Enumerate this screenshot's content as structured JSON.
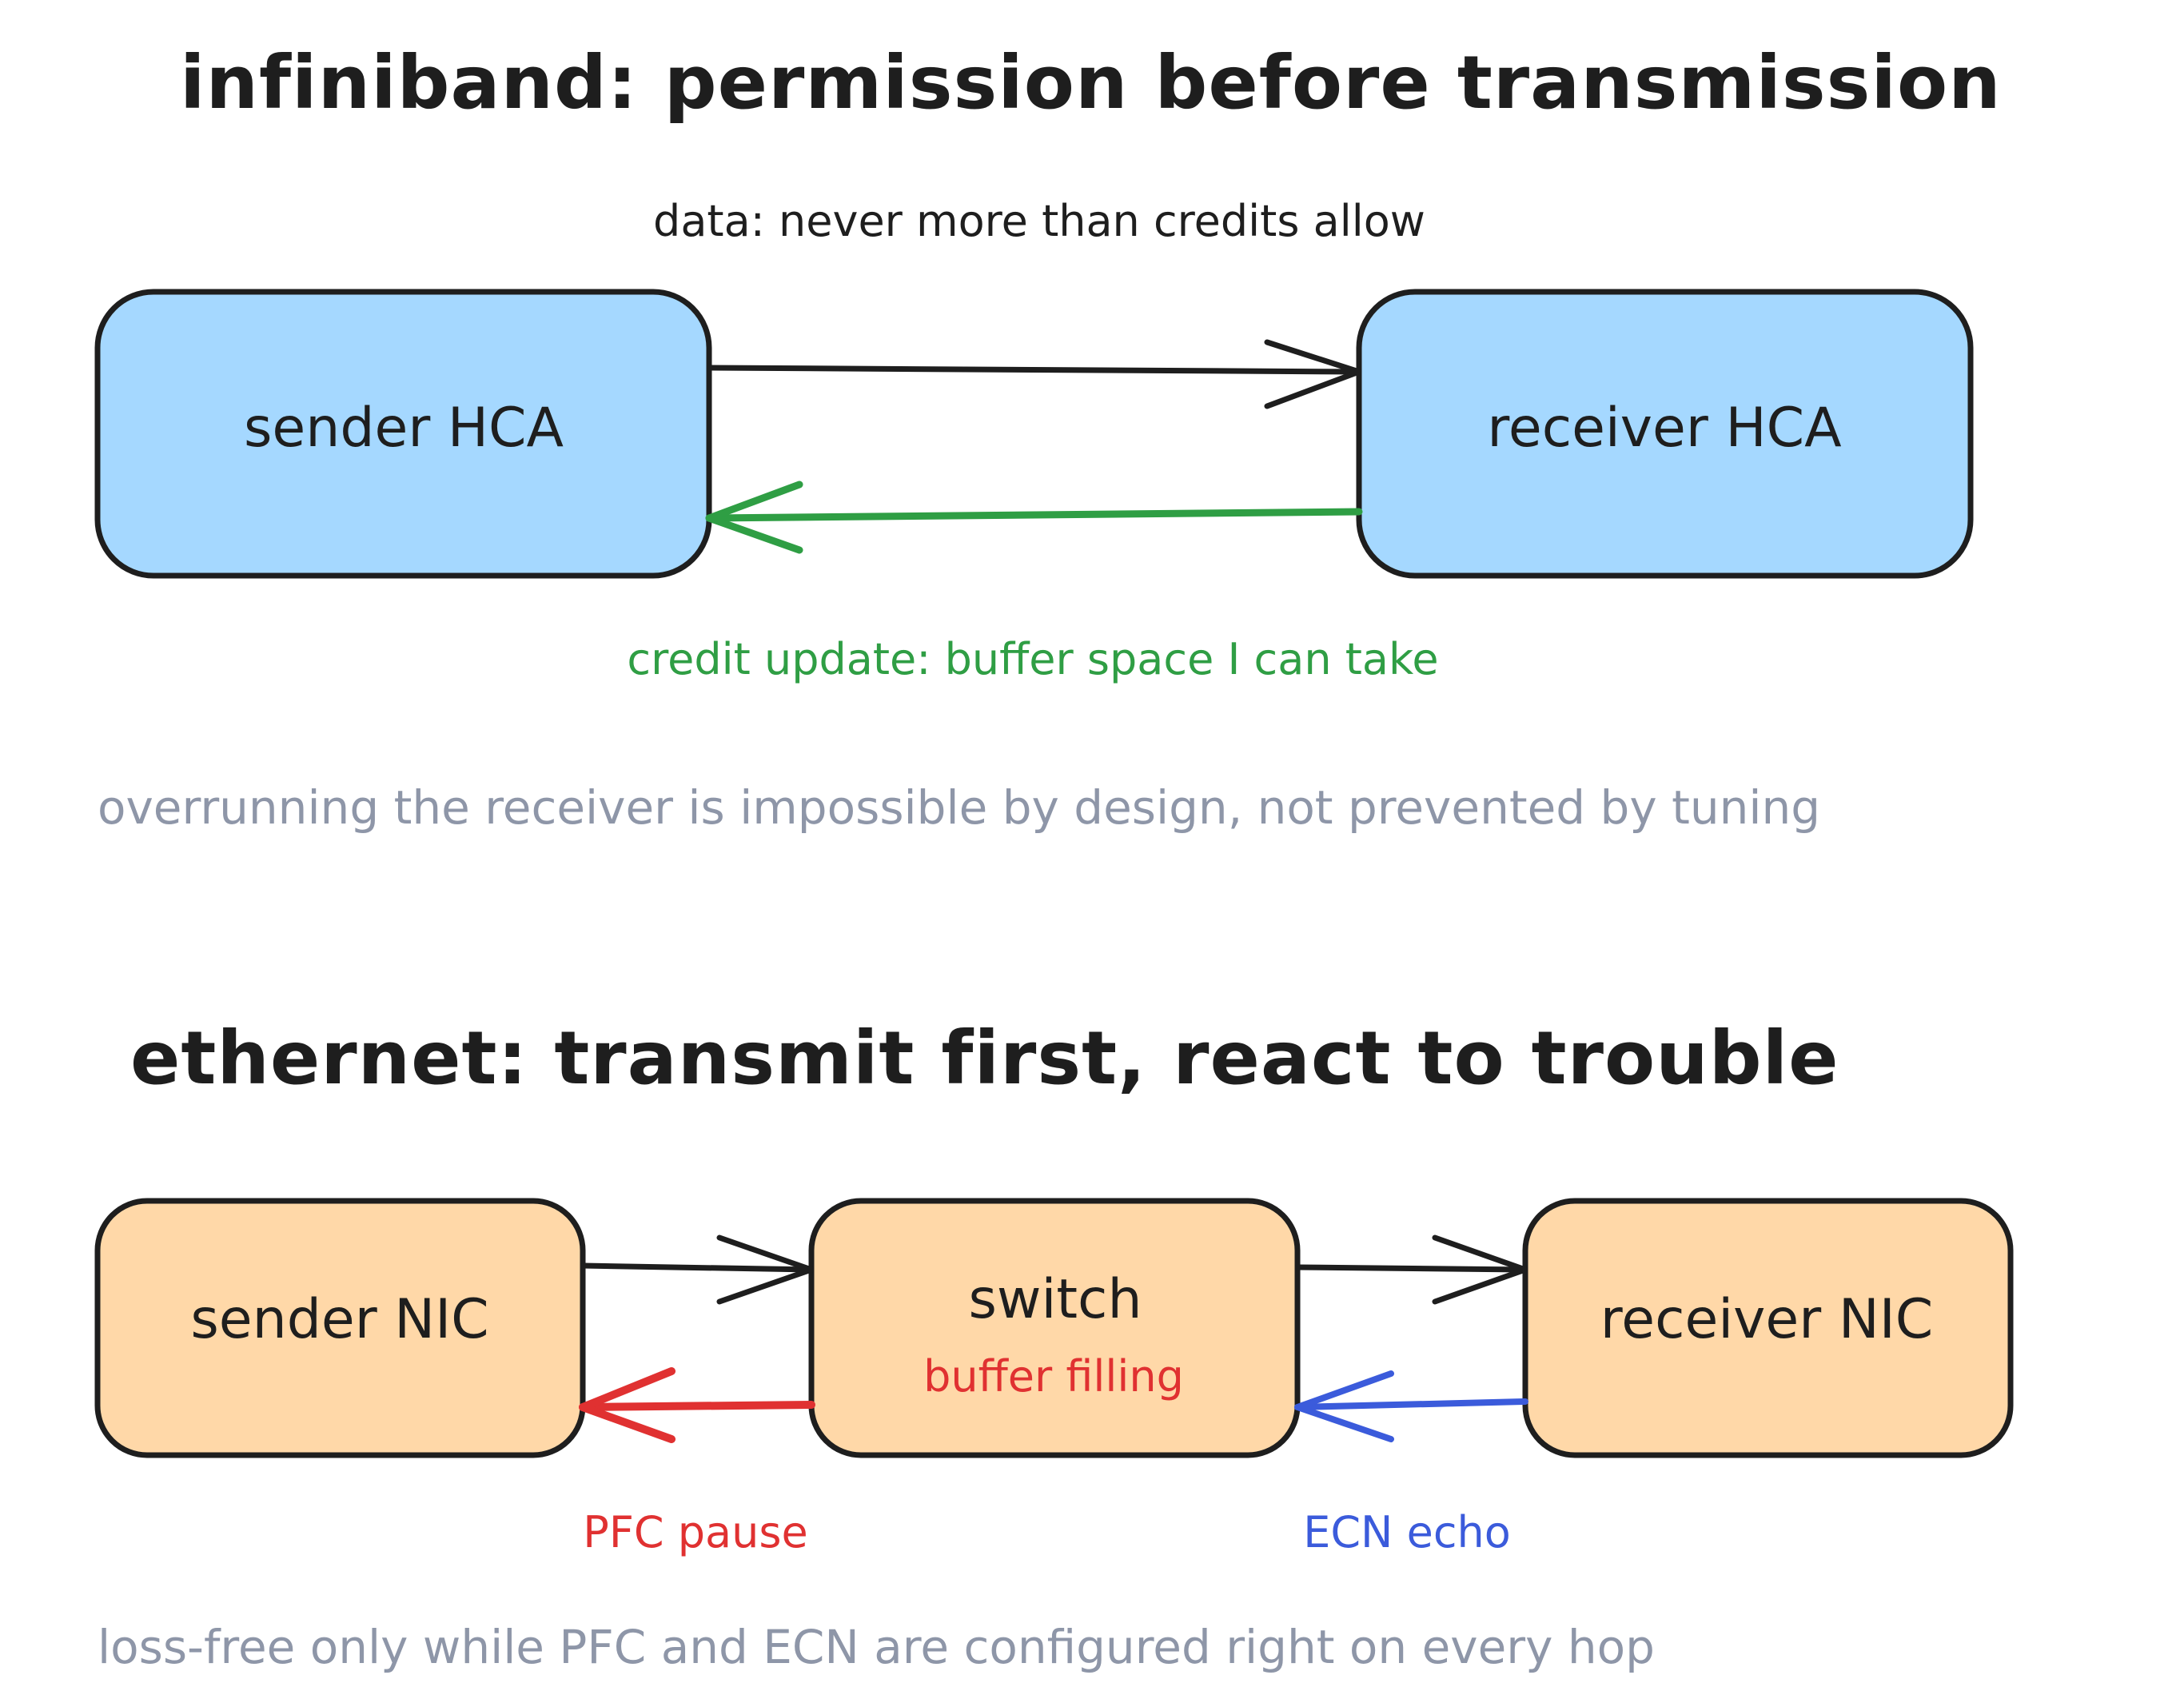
{
  "colors": {
    "ink": "#1e1e1e",
    "blue_fill": "#a5d8ff",
    "orange_fill": "#ffd8a8",
    "green": "#2f9e44",
    "red": "#e03131",
    "blue": "#3b5bdb",
    "muted": "#8e96a8"
  },
  "infiniband": {
    "title": "infiniband: permission before transmission",
    "data_label": "data: never more than credits allow",
    "sender": "sender HCA",
    "receiver": "receiver HCA",
    "credit_label": "credit update: buffer space I can take",
    "note": "overrunning the receiver is impossible by design, not prevented by tuning"
  },
  "ethernet": {
    "title": "ethernet: transmit first, react to trouble",
    "sender": "sender NIC",
    "switch": "switch",
    "switch_status": "buffer filling",
    "receiver": "receiver NIC",
    "pfc_label": "PFC pause",
    "ecn_label": "ECN echo",
    "note": "loss-free only while PFC and ECN are configured right on every hop"
  }
}
